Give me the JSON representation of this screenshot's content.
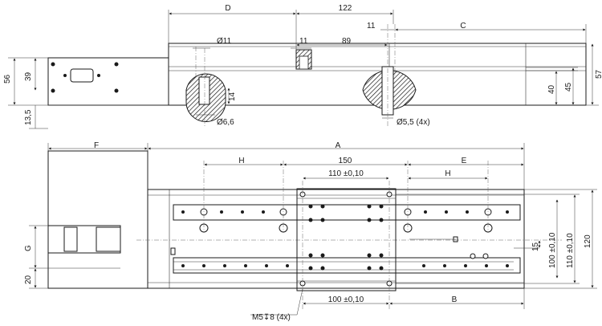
{
  "side_view": {
    "dims_top": [
      "D",
      "122",
      "C"
    ],
    "dims_mid": [
      "Ø11",
      "11",
      "89",
      "11"
    ],
    "dims_left": [
      "56",
      "39",
      "13,5"
    ],
    "dims_right": [
      "40",
      "45",
      "57"
    ],
    "dims_bottom": [
      "Ø6,6",
      "14",
      "Ø5,5 (4x)"
    ]
  },
  "top_view": {
    "dims_top": [
      "F",
      "A",
      "H",
      "150",
      "E",
      "110 ±0,10",
      "H"
    ],
    "dims_left": [
      "G",
      "20"
    ],
    "dims_right": [
      "15",
      "100 ±0,10",
      "110 ±0,10",
      "120"
    ],
    "dims_bottom": [
      "M5↧8 (4x)",
      "100 ±0,10",
      "B"
    ]
  }
}
